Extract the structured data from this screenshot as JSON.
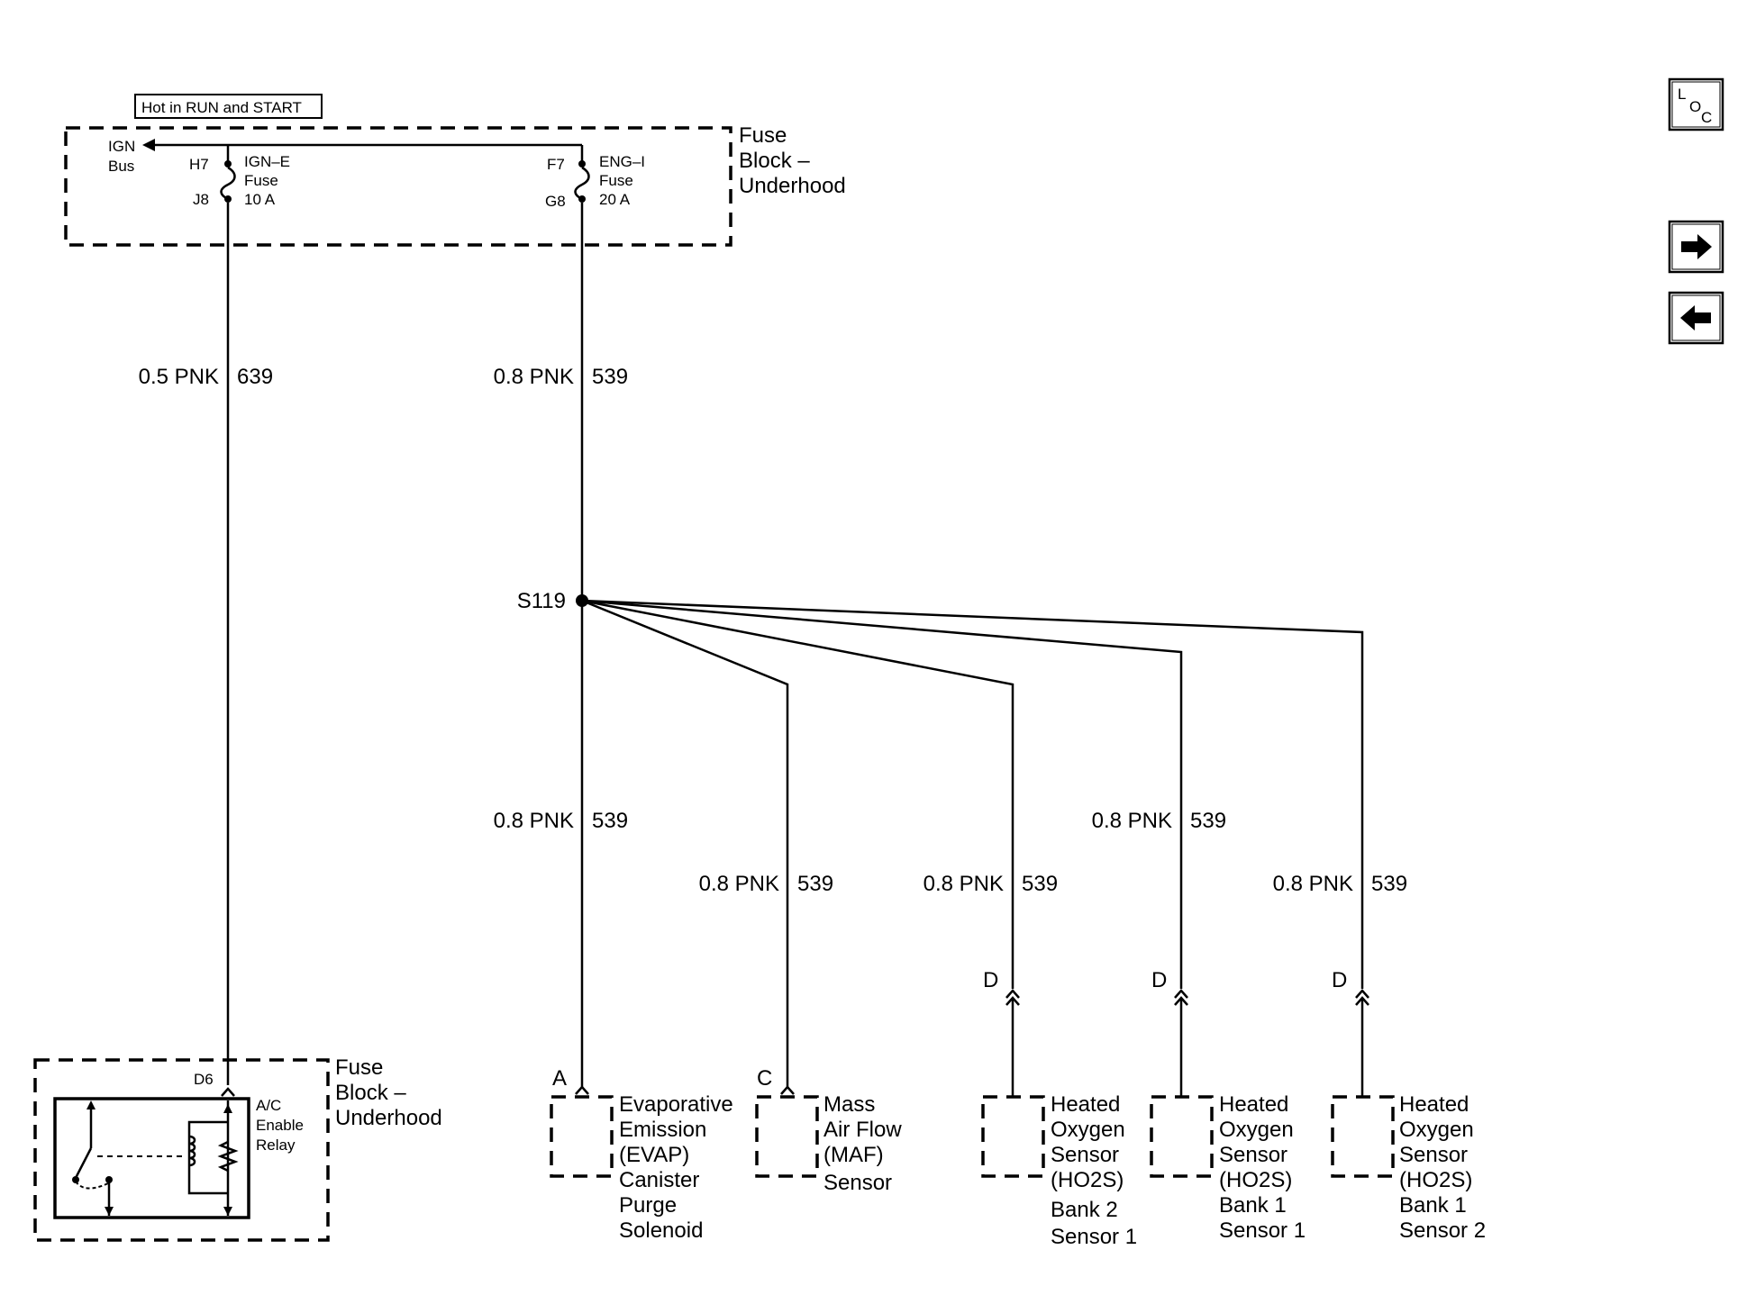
{
  "header": {
    "hot_label": "Hot in RUN and START"
  },
  "fuse_block_top": {
    "title_line1": "Fuse",
    "title_line2": "Block –",
    "title_line3": "Underhood",
    "ign_bus_line1": "IGN",
    "ign_bus_line2": "Bus",
    "fuse1_pin_in": "H7",
    "fuse1_pin_out": "J8",
    "fuse1_name": "IGN–E",
    "fuse1_word": "Fuse",
    "fuse1_rating": "10 A",
    "fuse2_pin_in": "F7",
    "fuse2_pin_out": "G8",
    "fuse2_name": "ENG–I",
    "fuse2_word": "Fuse",
    "fuse2_rating": "20 A"
  },
  "wires": {
    "w639_gauge": "0.5 PNK",
    "w639_circuit": "639",
    "w539_top_gauge": "0.8 PNK",
    "w539_top_circuit": "539",
    "w539_evap_gauge": "0.8 PNK",
    "w539_evap_circuit": "539",
    "w539_maf_gauge": "0.8 PNK",
    "w539_maf_circuit": "539",
    "w539_ho2s_b2s1_gauge": "0.8 PNK",
    "w539_ho2s_b2s1_circuit": "539",
    "w539_ho2s_b1s1_gauge": "0.8 PNK",
    "w539_ho2s_b1s1_circuit": "539",
    "w539_ho2s_b1s2_gauge": "0.8 PNK",
    "w539_ho2s_b1s2_circuit": "539"
  },
  "splice": {
    "name": "S119"
  },
  "fuse_block_bottom": {
    "title_line1": "Fuse",
    "title_line2": "Block –",
    "title_line3": "Underhood",
    "pin": "D6",
    "relay_line1": "A/C",
    "relay_line2": "Enable",
    "relay_line3": "Relay"
  },
  "components": {
    "evap": {
      "pin": "A",
      "lines": [
        "Evaporative",
        "Emission",
        "(EVAP)",
        "Canister",
        "Purge",
        "Solenoid"
      ]
    },
    "maf": {
      "pin": "C",
      "lines": [
        "Mass",
        "Air Flow",
        "(MAF)",
        "Sensor"
      ]
    },
    "ho2s_b2s1": {
      "pin": "D",
      "lines": [
        "Heated",
        "Oxygen",
        "Sensor",
        "(HO2S)",
        "Bank 2",
        "Sensor 1"
      ]
    },
    "ho2s_b1s1": {
      "pin": "D",
      "lines": [
        "Heated",
        "Oxygen",
        "Sensor",
        "(HO2S)",
        "Bank 1",
        "Sensor 1"
      ]
    },
    "ho2s_b1s2": {
      "pin": "D",
      "lines": [
        "Heated",
        "Oxygen",
        "Sensor",
        "(HO2S)",
        "Bank 1",
        "Sensor 2"
      ]
    }
  },
  "nav": {
    "loc_l": "L",
    "loc_o": "O",
    "loc_c": "C",
    "next_icon": "arrow-right-icon",
    "prev_icon": "arrow-left-icon"
  }
}
